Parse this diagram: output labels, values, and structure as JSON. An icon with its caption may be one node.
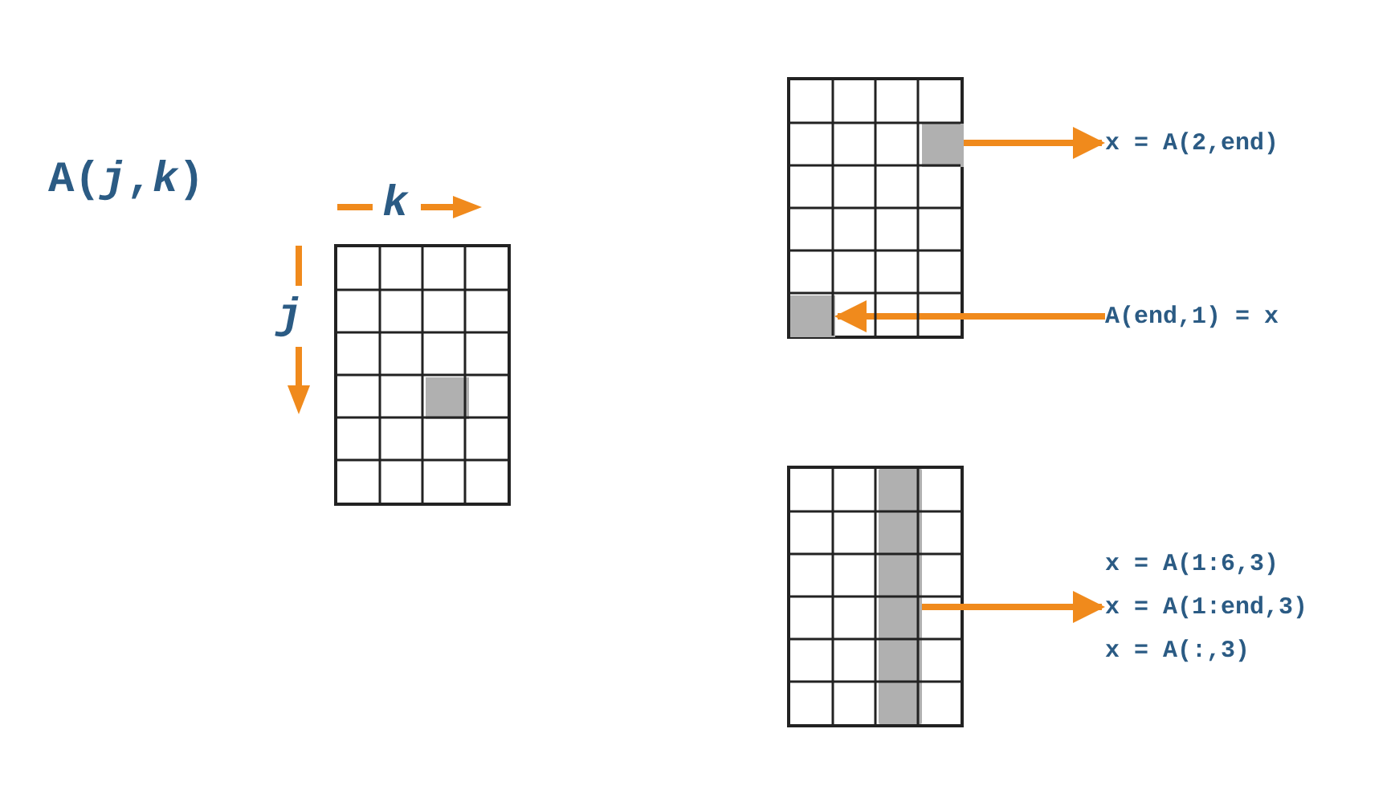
{
  "diagram": {
    "nodes": [
      {
        "text": [],
        "shape": "box"
      },
      {
        "text": [],
        "shape": "box",
        "in": 0
      },
      {
        "text": [],
        "shape": "box"
      },
      {
        "text": [],
        "shape": "box",
        "in": 2
      },
      {
        "text": [],
        "shape": "box",
        "in": 2
      },
      {
        "text": [
          "x = A(2,end)"
        ]
      },
      {
        "text": [
          "A(end,1) = x"
        ]
      },
      {
        "text": [],
        "shape": "box"
      },
      {
        "text": [],
        "shape": "bar",
        "in": 7
      },
      {
        "text": [
          "x = A(1:6,3)",
          "x = A(1:end,3)",
          "x = A(:,3)"
        ]
      }
    ],
    "edges": [
      {
        "from": 3,
        "to": 5,
        "arrow": "to"
      },
      {
        "from": 6,
        "to": 4,
        "arrow": "to"
      },
      {
        "from": 8,
        "to": 9,
        "arrow": "to"
      }
    ],
    "labels": [
      "A(*j*,*k*)",
      "k",
      "j"
    ]
  }
}
